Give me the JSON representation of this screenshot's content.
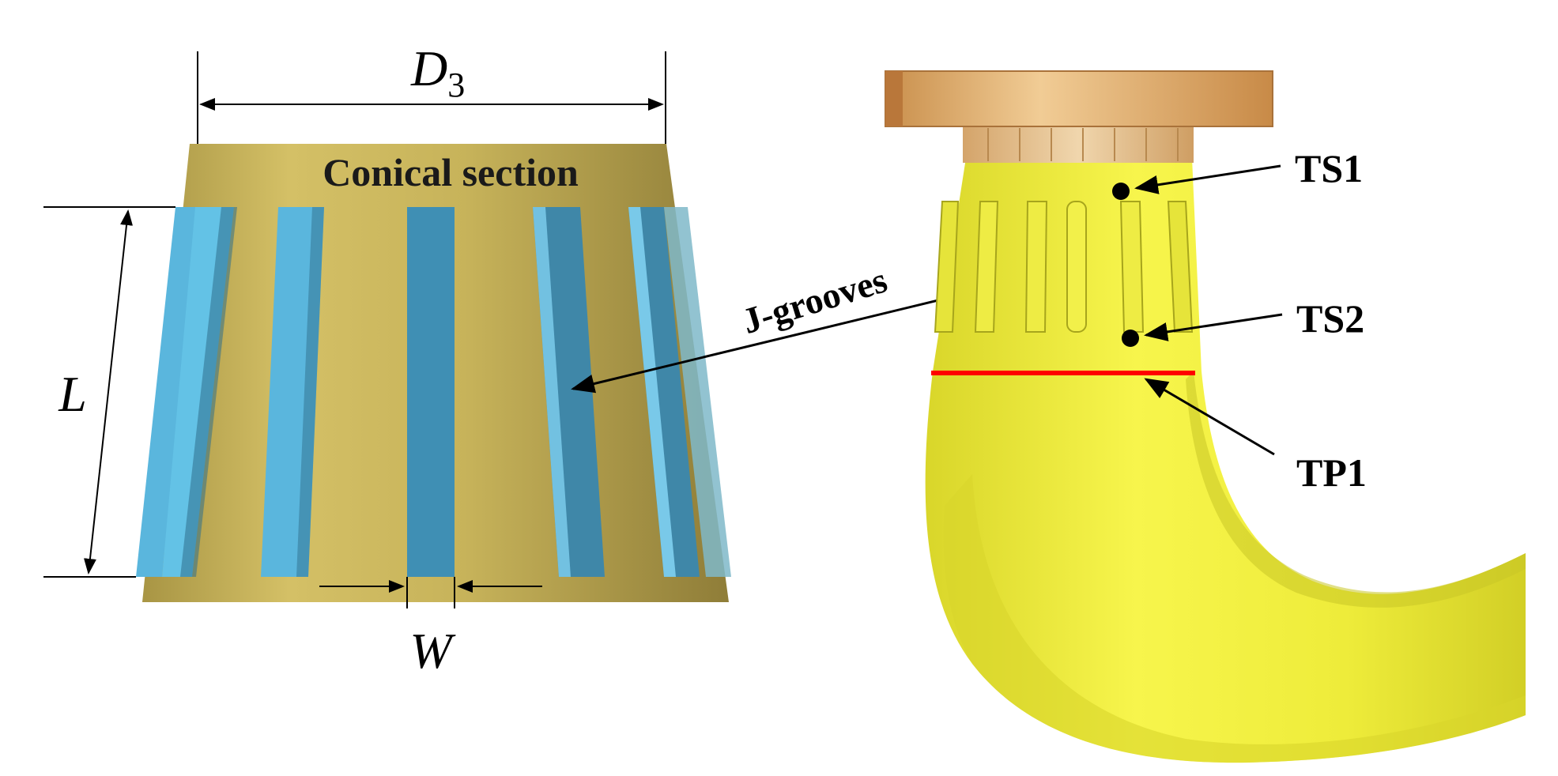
{
  "left_panel": {
    "dimension_diameter": {
      "symbol": "D",
      "subscript": "3"
    },
    "section_label": "Conical section",
    "dimension_length": "L",
    "dimension_width": "W",
    "callout_label": "J-grooves"
  },
  "right_panel": {
    "labels": [
      "TS1",
      "TS2",
      "TP1"
    ]
  },
  "colors": {
    "cone": "#c7b35a",
    "groove_light": "#5ab6dd",
    "groove_dark": "#3f87a8",
    "pipe": "#f2f03c",
    "flange": "#d9a66a",
    "test_plane": "#ff0000",
    "marker": "#000000"
  }
}
